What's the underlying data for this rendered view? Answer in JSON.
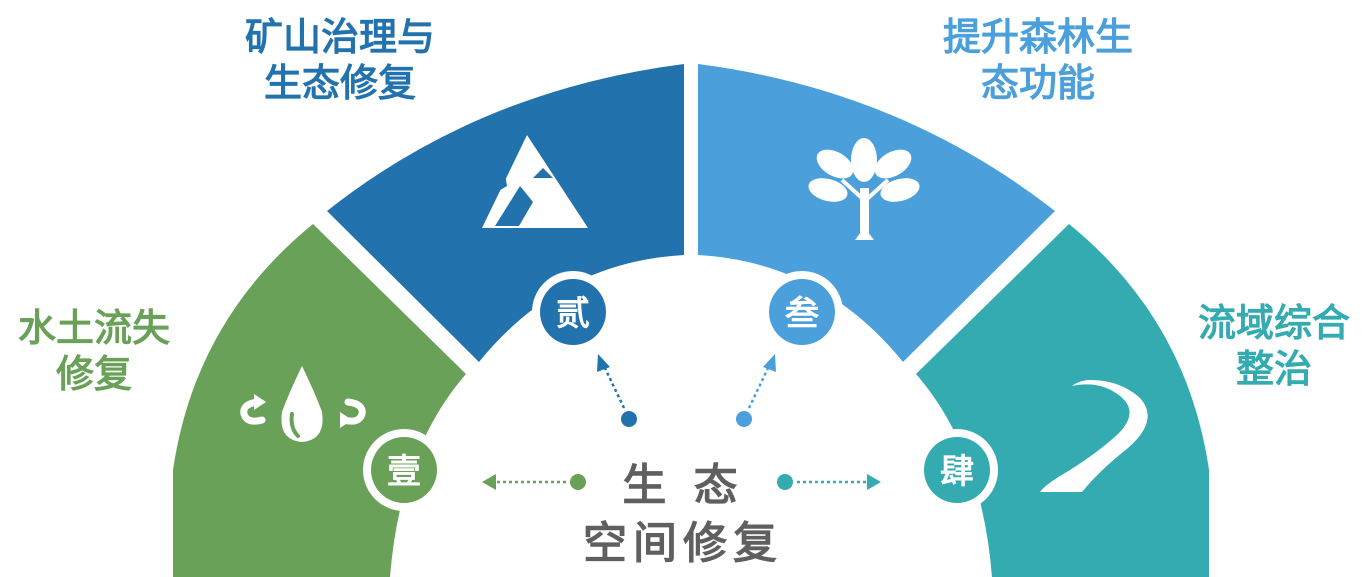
{
  "colors": {
    "green": "#6aa159",
    "dark_blue": "#2272ae",
    "light_blue": "#4ba0dc",
    "teal": "#33abb0",
    "center_text": "#5f5f5f"
  },
  "center": {
    "line1": "生 态",
    "line2": "空间修复"
  },
  "segments": [
    {
      "number": "壹",
      "label_line1": "水土流失",
      "label_line2": "修复",
      "icon": "water-drop-cycle-icon",
      "color": "#6aa159"
    },
    {
      "number": "贰",
      "label_line1": "矿山治理与",
      "label_line2": "生态修复",
      "icon": "mountain-icon",
      "color": "#2272ae"
    },
    {
      "number": "叁",
      "label_line1": "提升森林生",
      "label_line2": "态功能",
      "icon": "tree-icon",
      "color": "#4ba0dc"
    },
    {
      "number": "肆",
      "label_line1": "流域综合",
      "label_line2": "整治",
      "icon": "river-icon",
      "color": "#33abb0"
    }
  ]
}
